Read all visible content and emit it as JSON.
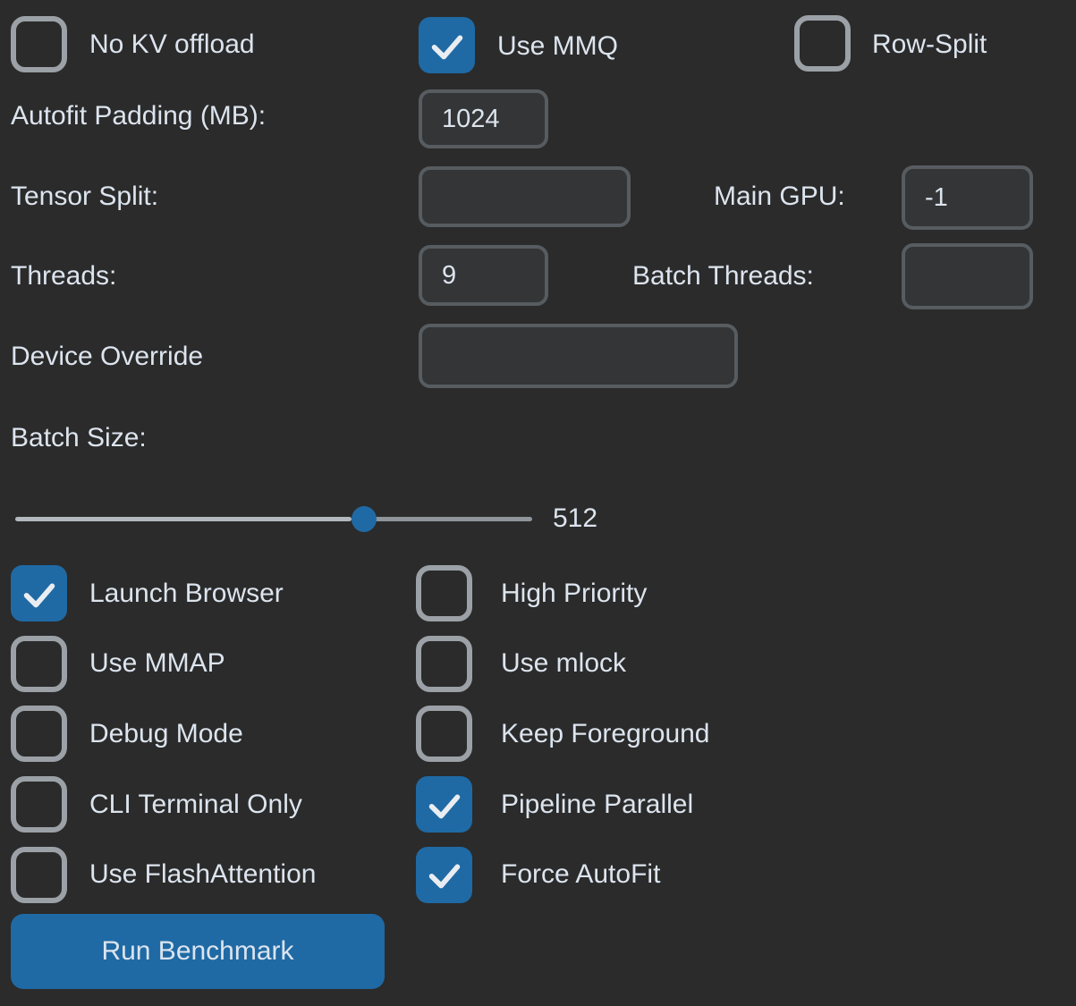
{
  "theme": {
    "background": "#2B2B2B",
    "accent_blue": "#1F6AA5",
    "text_color": "#DCE4EE",
    "field_background": "#333537",
    "field_border": "#575C60",
    "checkbox_border": "#9BA1A6"
  },
  "top_row": {
    "no_kv_offload": {
      "label": "No KV offload",
      "checked": false
    },
    "use_mmq": {
      "label": "Use MMQ",
      "checked": true
    },
    "row_split": {
      "label": "Row-Split",
      "checked": false
    }
  },
  "fields": {
    "autofit_padding": {
      "label": "Autofit Padding (MB):",
      "value": "1024"
    },
    "tensor_split": {
      "label": "Tensor Split:",
      "value": ""
    },
    "main_gpu": {
      "label": "Main GPU:",
      "value": "-1"
    },
    "threads": {
      "label": "Threads:",
      "value": "9"
    },
    "batch_threads": {
      "label": "Batch Threads:",
      "value": ""
    },
    "device_override": {
      "label": "Device Override",
      "value": ""
    }
  },
  "batch_size": {
    "label": "Batch Size:",
    "value": "512"
  },
  "options": [
    {
      "col1": {
        "label": "Launch Browser",
        "checked": true
      },
      "col2": {
        "label": "High Priority",
        "checked": false
      }
    },
    {
      "col1": {
        "label": "Use MMAP",
        "checked": false
      },
      "col2": {
        "label": "Use mlock",
        "checked": false
      }
    },
    {
      "col1": {
        "label": "Debug Mode",
        "checked": false
      },
      "col2": {
        "label": "Keep Foreground",
        "checked": false
      }
    },
    {
      "col1": {
        "label": "CLI Terminal Only",
        "checked": false
      },
      "col2": {
        "label": "Pipeline Parallel",
        "checked": true
      }
    },
    {
      "col1": {
        "label": "Use FlashAttention",
        "checked": false
      },
      "col2": {
        "label": "Force AutoFit",
        "checked": true
      }
    }
  ],
  "buttons": {
    "run_benchmark": "Run Benchmark"
  }
}
